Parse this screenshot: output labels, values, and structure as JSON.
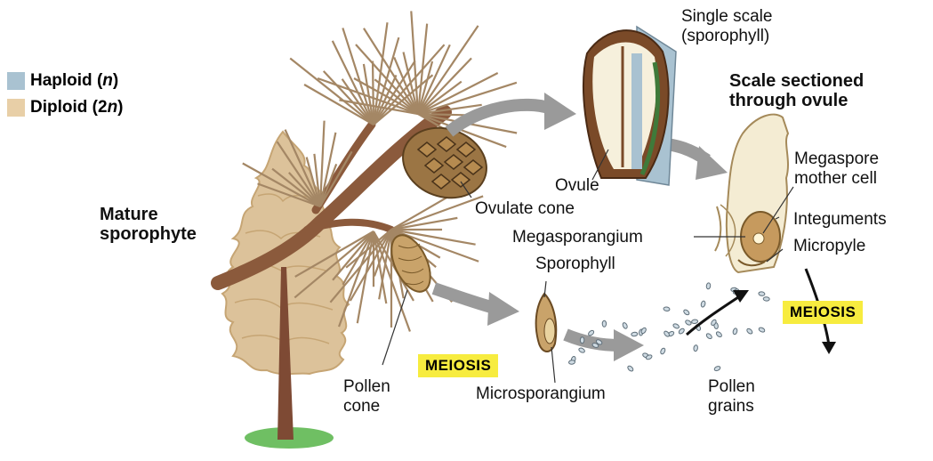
{
  "legend": {
    "haploid_label": "Haploid (",
    "haploid_italic": "n",
    "haploid_close": ")",
    "diploid_label": "Diploid (2",
    "diploid_italic": "n",
    "diploid_close": ")",
    "haploid_color": "#a9c2d1",
    "diploid_color": "#e8cfa7"
  },
  "labels": {
    "mature_line1": "Mature",
    "mature_line2": "sporophyte",
    "single_scale_line1": "Single scale",
    "single_scale_line2": "(sporophyll)",
    "scale_sectioned_line1": "Scale sectioned",
    "scale_sectioned_line2": "through ovule",
    "ovule": "Ovule",
    "ovulate_cone": "Ovulate cone",
    "megaspore_line1": "Megaspore",
    "megaspore_line2": "mother cell",
    "integuments": "Integuments",
    "megasporangium": "Megasporangium",
    "micropyle": "Micropyle",
    "sporophyll": "Sporophyll",
    "meiosis_left": "MEIOSIS",
    "meiosis_right": "MEIOSIS",
    "pollen_cone_line1": "Pollen",
    "pollen_cone_line2": "cone",
    "microsporangium": "Microsporangium",
    "pollen_grains_line1": "Pollen",
    "pollen_grains_line2": "grains"
  },
  "colors": {
    "arrow_gray": "#9a9a9a",
    "branch_brown": "#8b5a3c",
    "needle_brown": "#a48765",
    "tree_tan": "#dcc29a",
    "trunk_brown": "#7e4a34",
    "grass_green": "#6fbf63",
    "meiosis_yellow": "#f7ec3f",
    "cone_brown": "#8a6a3a"
  }
}
